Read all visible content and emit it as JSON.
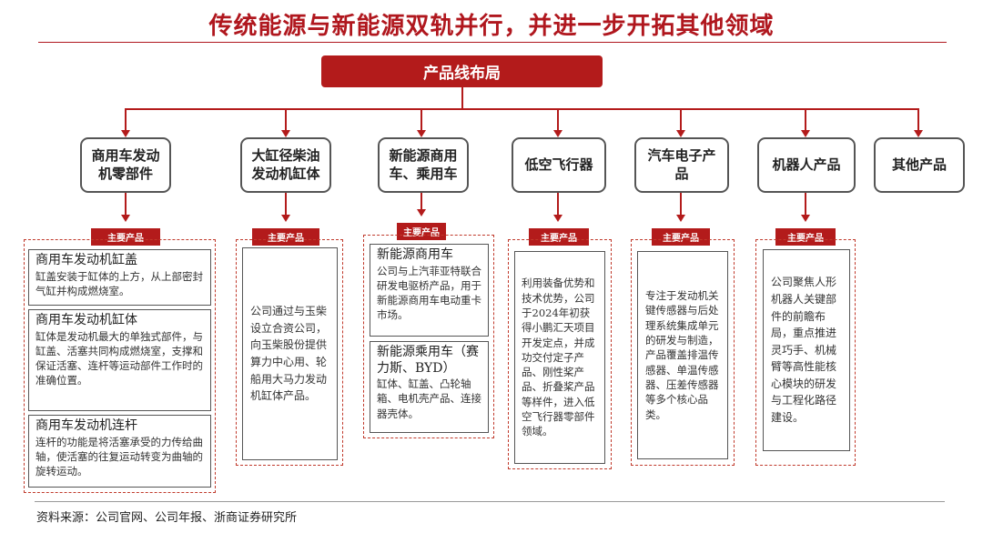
{
  "title": "传统能源与新能源双轨并行，并进一步开拓其他领域",
  "root": "产品线布局",
  "categories": [
    {
      "label": "商用车发动机零部件"
    },
    {
      "label": "大缸径柴油发动机缸体"
    },
    {
      "label": "新能源商用车、乘用车"
    },
    {
      "label": "低空飞行器"
    },
    {
      "label": "汽车电子产品"
    },
    {
      "label": "机器人产品"
    },
    {
      "label": "其他产品"
    }
  ],
  "tag_label": "主要产品",
  "col1": [
    {
      "title": "商用车发动机缸盖",
      "text": "缸盖安装于缸体的上方，从上部密封气缸并构成燃烧室。"
    },
    {
      "title": "商用车发动机缸体",
      "text": "缸体是发动机最大的单独式部件，与缸盖、活塞共同构成燃烧室，支撑和保证活塞、连杆等运动部件工作时的准确位置。"
    },
    {
      "title": "商用车发动机连杆",
      "text": "连杆的功能是将活塞承受的力传给曲轴，使活塞的往复运动转变为曲轴的旋转运动。"
    }
  ],
  "col2": {
    "text": "公司通过与玉柴设立合资公司，向玉柴股份提供算力中心用、轮船用大马力发动机缸体产品。"
  },
  "col3": [
    {
      "title": "新能源商用车",
      "text": "公司与上汽菲亚特联合研发电驱桥产品，用于新能源商用车电动重卡市场。"
    },
    {
      "title": "新能源乘用车（赛力斯、BYD）",
      "text": "缸体、缸盖、凸轮轴箱、电机壳产品、连接器壳体。"
    }
  ],
  "col4": {
    "text": "利用装备优势和技术优势，公司于2024年初获得小鹏汇天项目开发定点，并成功交付定子产品、刚性桨产品、折叠桨产品等样件，进入低空飞行器零部件领域。"
  },
  "col5": {
    "text": "专注于发动机关键传感器与后处理系统集成单元的研发与制造，产品覆盖排温传感器、单温传感器、压差传感器等多个核心品类。"
  },
  "col6": {
    "text": "公司聚焦人形机器人关键部件的前瞻布局，重点推进灵巧手、机械臂等高性能核心模块的研发与工程化路径建设。"
  },
  "source": "资料来源：公司官网、公司年报、浙商证券研究所"
}
